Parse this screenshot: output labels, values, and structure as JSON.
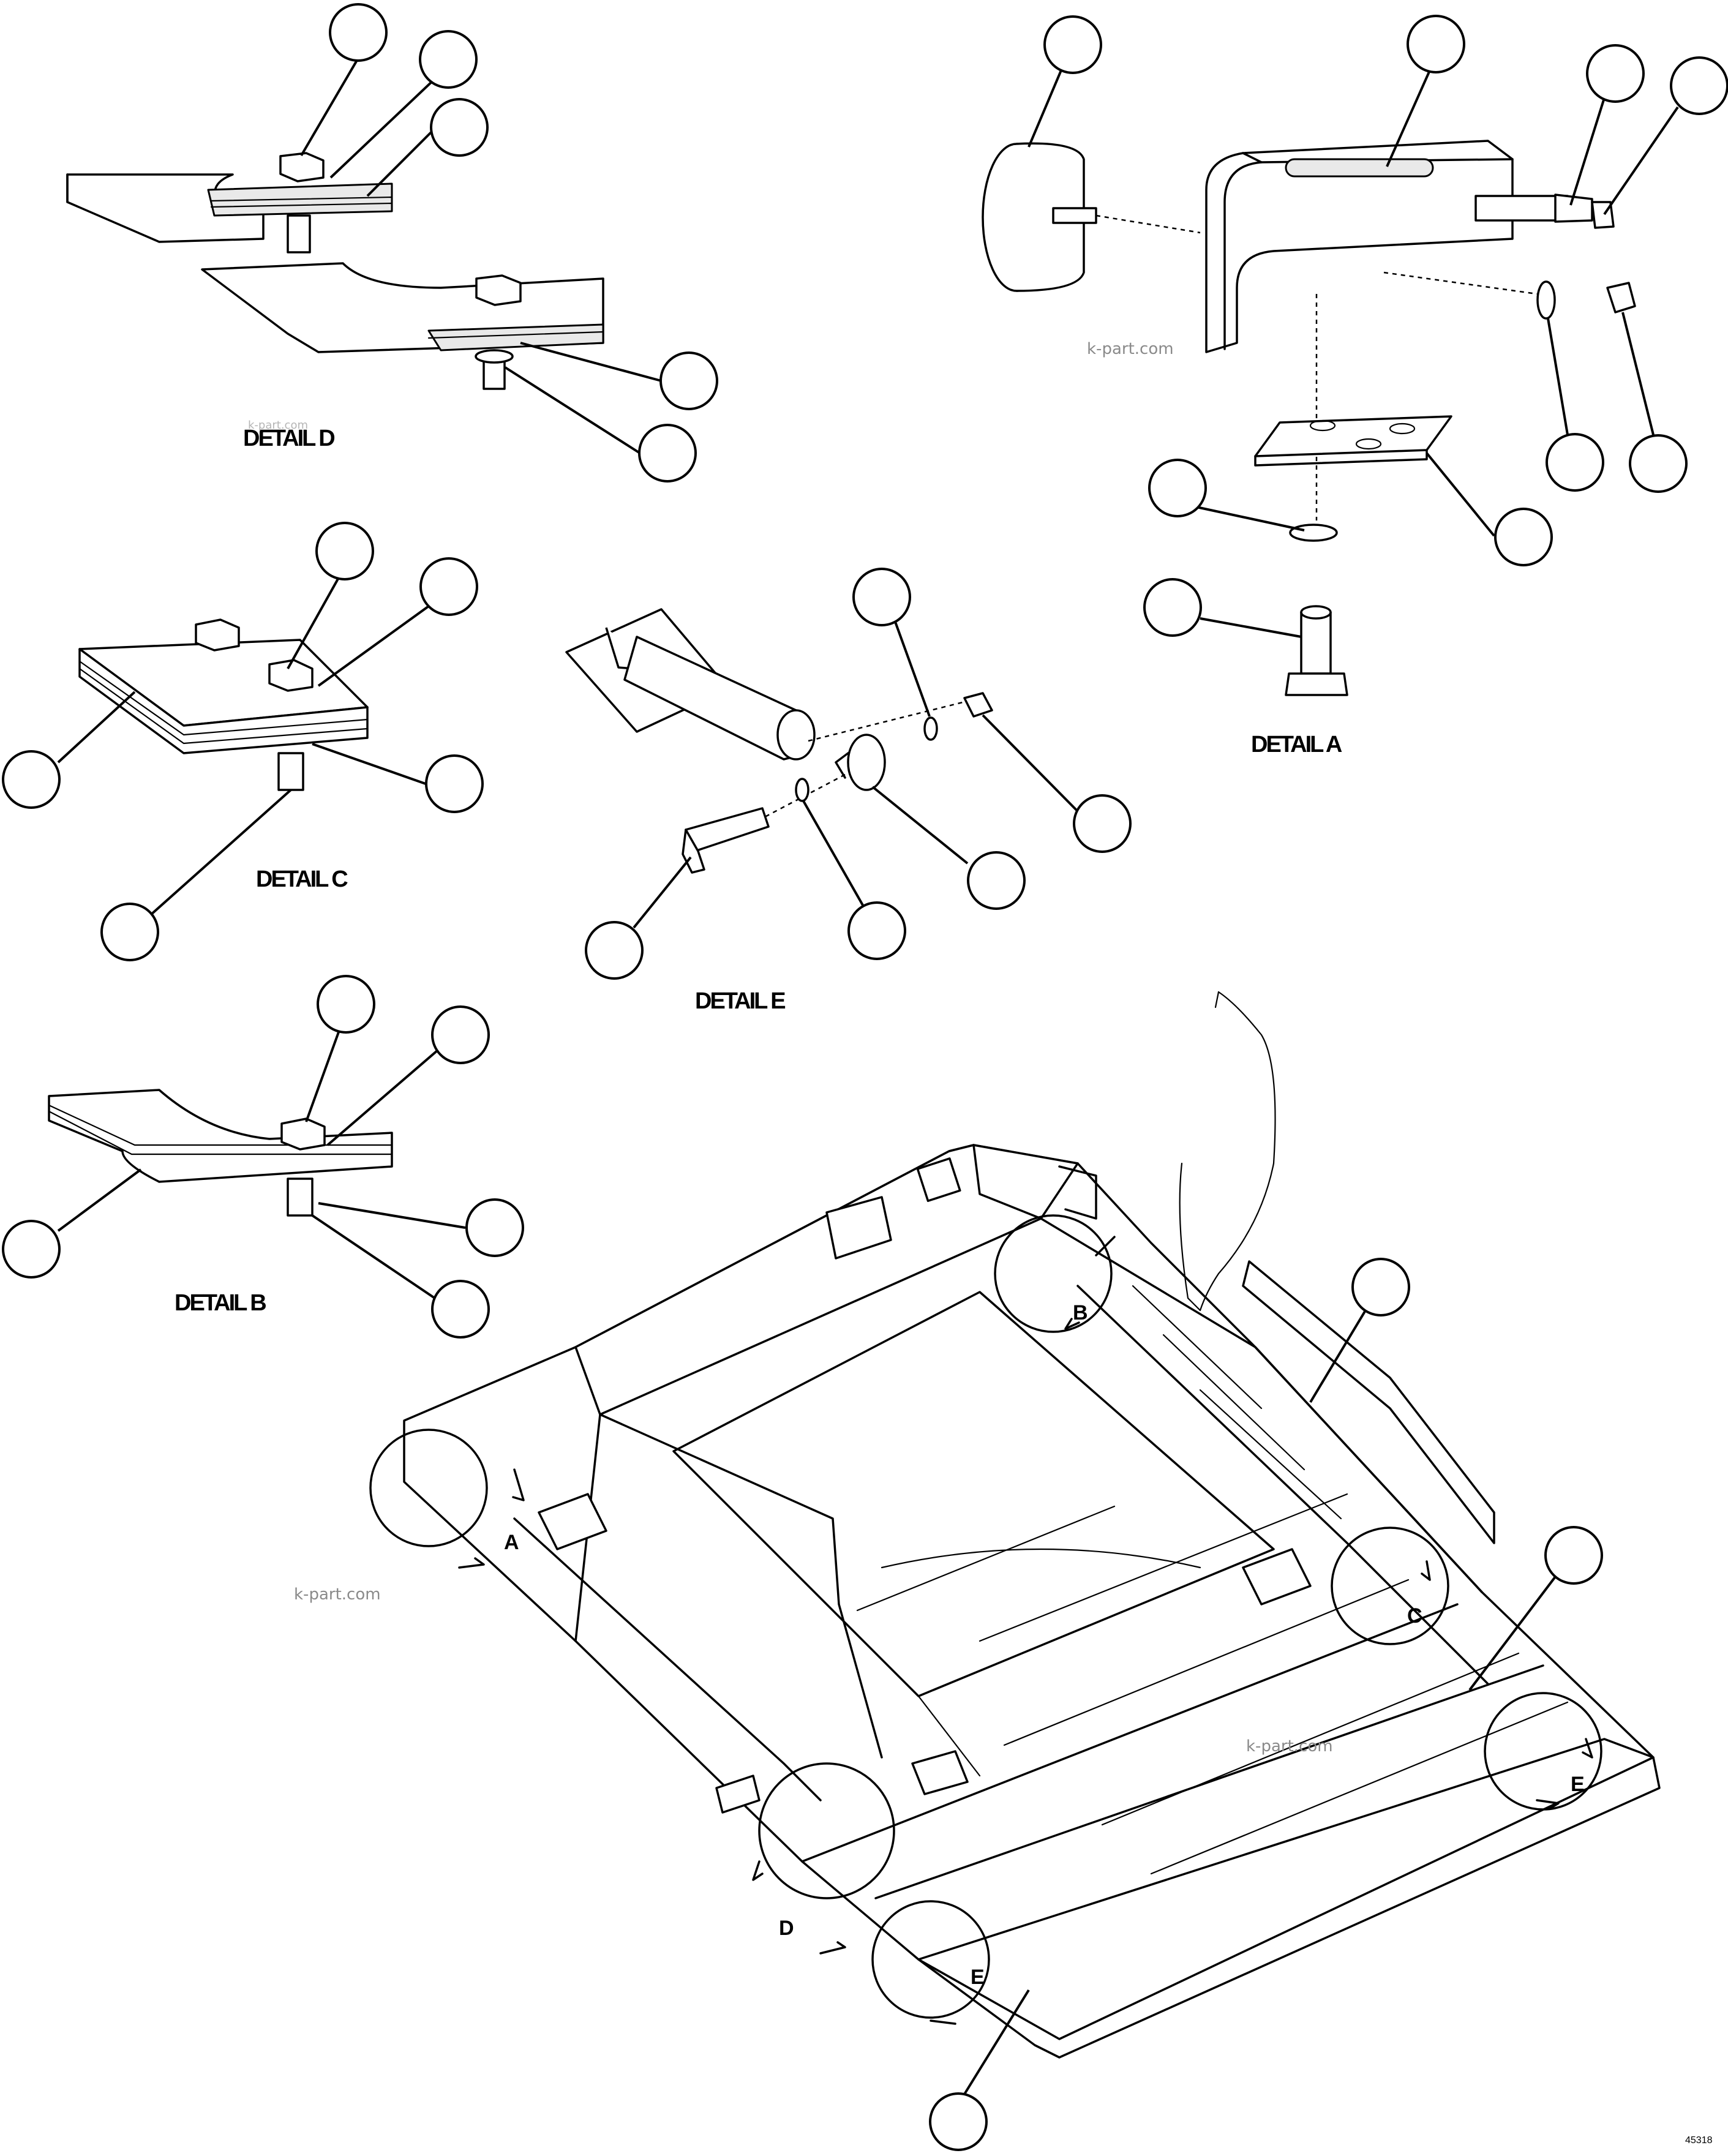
{
  "details": {
    "detail_d": "DETAIL D",
    "detail_a": "DETAIL A",
    "detail_c": "DETAIL C",
    "detail_e": "DETAIL E",
    "detail_b": "DETAIL B"
  },
  "callouts": {
    "a": "A",
    "b": "B",
    "c": "C",
    "d": "D",
    "e1": "E",
    "e2": "E"
  },
  "watermarks": [
    "k-part.com",
    "k-part.com",
    "k-part.com",
    "k-part.com"
  ],
  "figure_number": "45318",
  "colors": {
    "ink": "#000000",
    "paper": "#ffffff",
    "watermark": "#8a8a8a"
  }
}
